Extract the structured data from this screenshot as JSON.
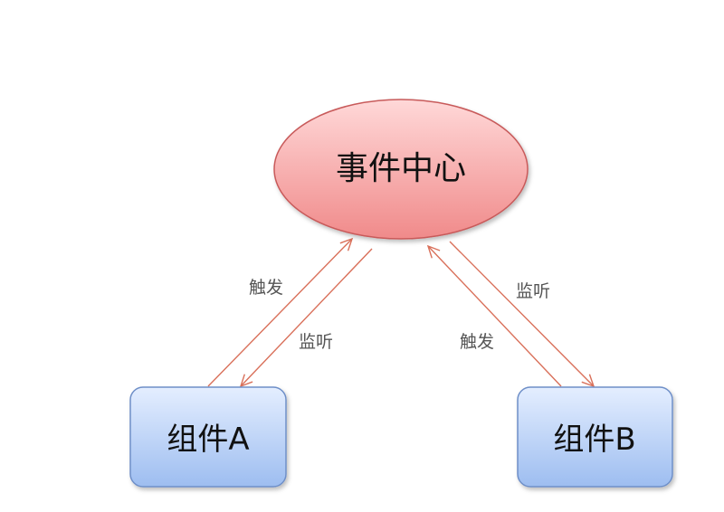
{
  "nodes": {
    "event_center": {
      "label": "事件中心",
      "fill_top": "#ffd8d8",
      "fill_bottom": "#f08a8a",
      "stroke": "#c85a5a"
    },
    "component_a": {
      "label": "组件A",
      "fill_top": "#e4eeff",
      "fill_bottom": "#9dbdf0",
      "stroke": "#6e8fc8"
    },
    "component_b": {
      "label": "组件B",
      "fill_top": "#e4eeff",
      "fill_bottom": "#9dbdf0",
      "stroke": "#6e8fc8"
    }
  },
  "edges": {
    "a_trigger": {
      "label": "触发"
    },
    "a_listen": {
      "label": "监听"
    },
    "b_listen": {
      "label": "监听"
    },
    "b_trigger": {
      "label": "触发"
    },
    "arrow_color": "#d9705a"
  }
}
